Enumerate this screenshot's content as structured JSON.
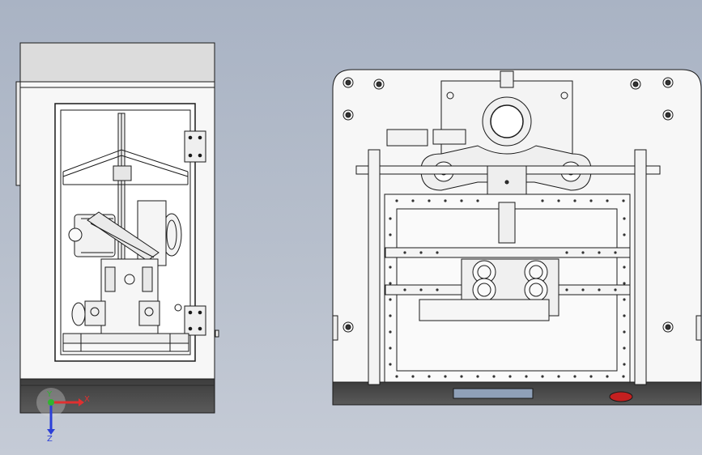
{
  "viewport": {
    "background_top": "#a9b3c4",
    "background_bottom": "#c5cbd6"
  },
  "triad": {
    "x_label": "X",
    "y_label": "Y",
    "z_label": "Z",
    "x_color": "#e03030",
    "y_color": "#2fb52f",
    "z_color": "#2b3fd8"
  },
  "views": {
    "left": {
      "name": "side-view",
      "kind": "drawing"
    },
    "right": {
      "name": "front-view",
      "kind": "drawing"
    }
  },
  "colors": {
    "line": "#1a1a1a",
    "body_fill": "#f4f4f4",
    "panel_top": "#dcdcdc",
    "base": "#4a4a4a",
    "window_fill": "#ffffff",
    "accent_red": "#c42020"
  }
}
